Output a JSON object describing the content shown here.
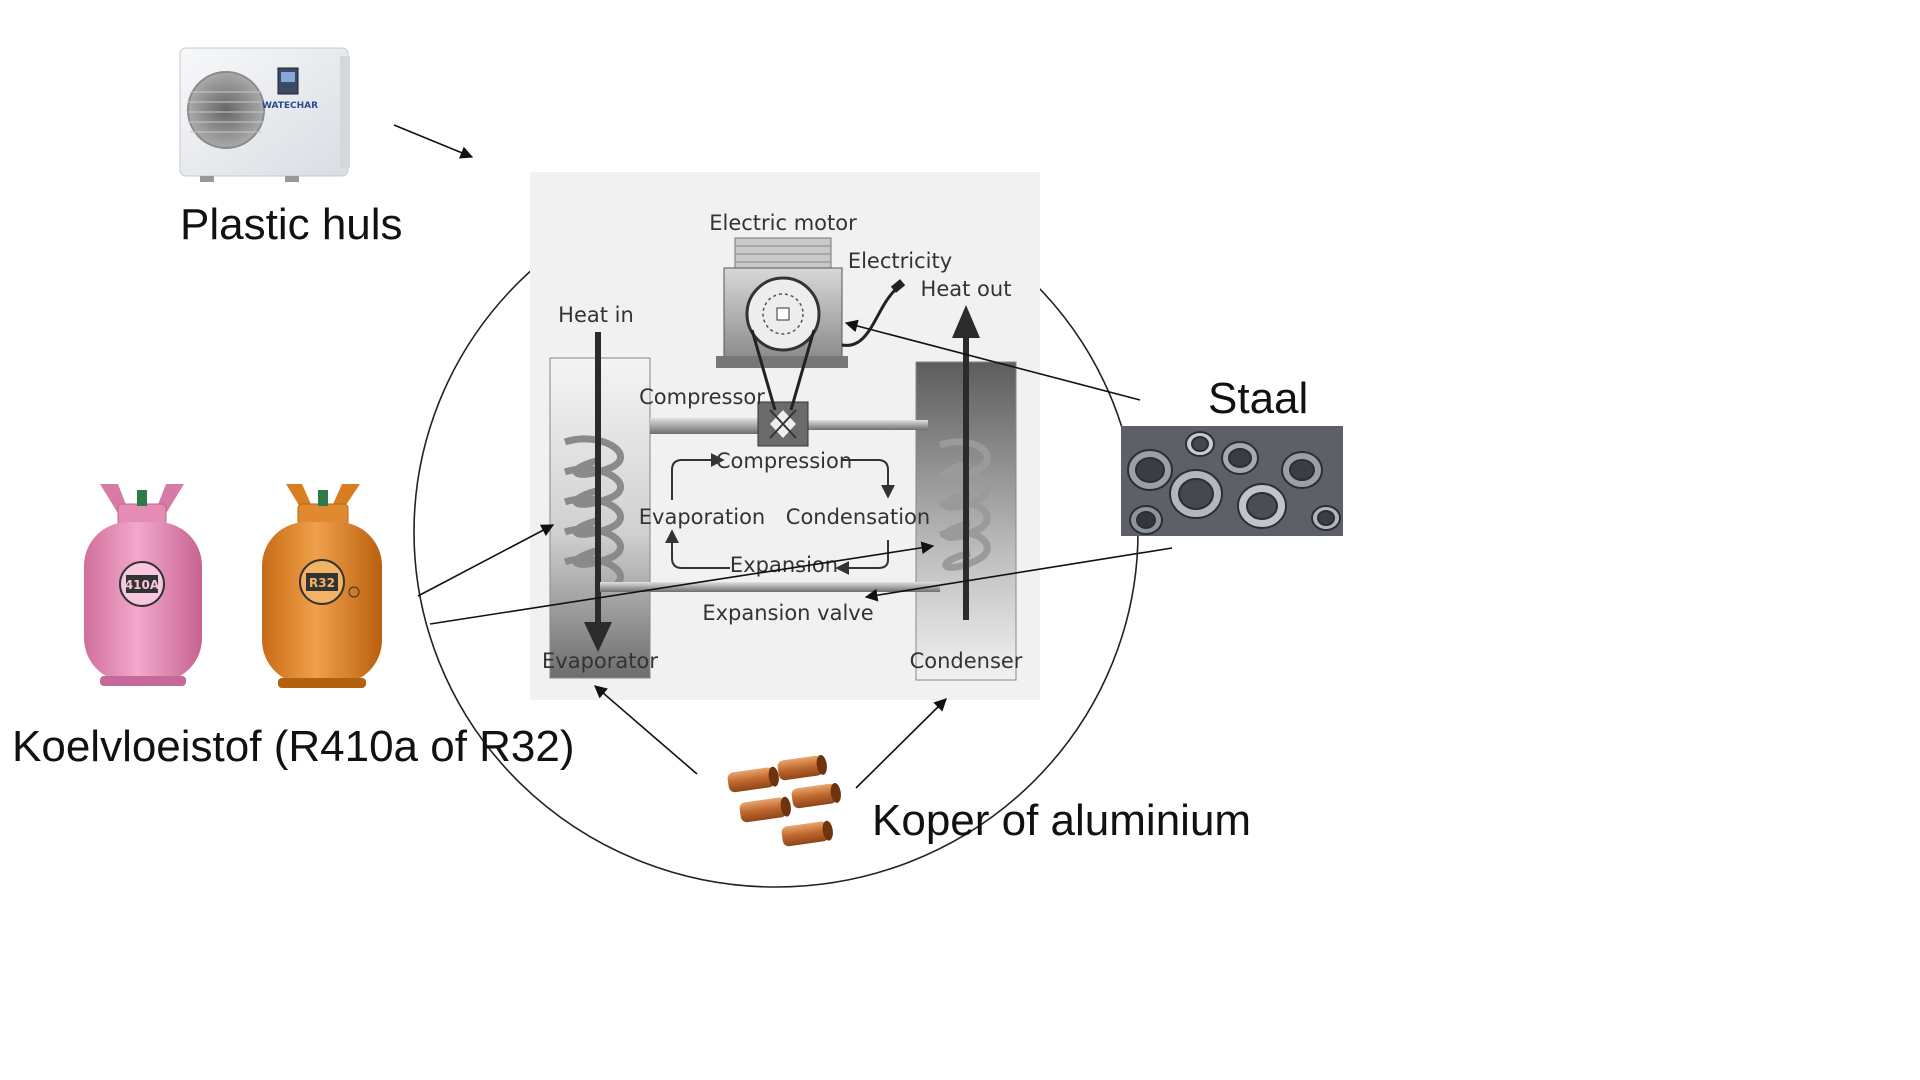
{
  "labels": {
    "plastic": "Plastic huls",
    "refrigerant": "Koelvloeistof (R410a of R32)",
    "steel": "Staal",
    "copper": "Koper of aluminium"
  },
  "heat_pump_unit": {
    "brand": "WATECHAR"
  },
  "cylinders": {
    "pink_tag": "410A",
    "orange_tag": "R32"
  },
  "diagram": {
    "electric_motor": "Electric motor",
    "electricity": "Electricity",
    "heat_in": "Heat in",
    "heat_out": "Heat out",
    "compressor": "Compressor",
    "compression": "Compression",
    "evaporation": "Evaporation",
    "condensation": "Condensation",
    "expansion": "Expansion",
    "expansion_valve": "Expansion valve",
    "evaporator": "Evaporator",
    "condenser": "Condenser"
  },
  "colors": {
    "pink_cylinder": "#e88bb4",
    "orange_cylinder": "#e0872a",
    "copper": "#c8763c",
    "steel": "#7a7f86"
  }
}
